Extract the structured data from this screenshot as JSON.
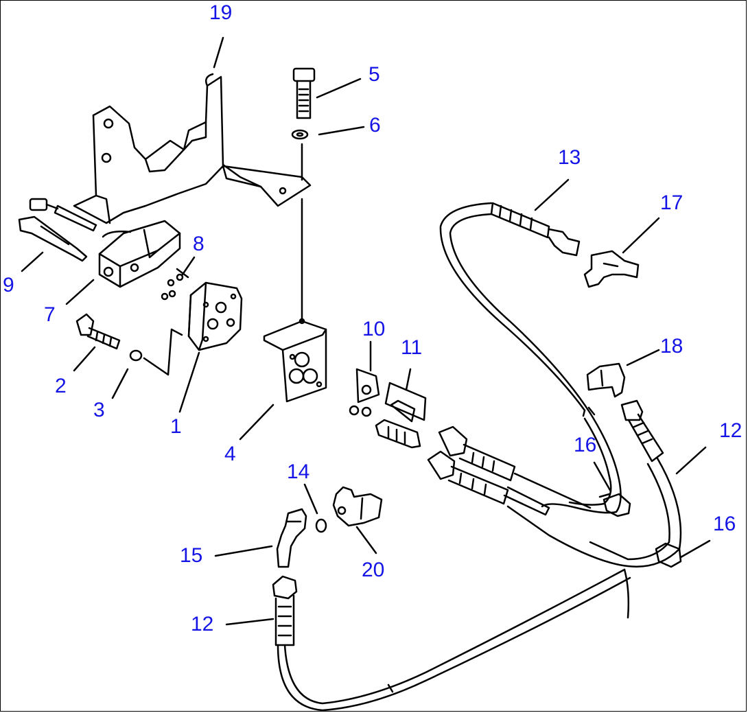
{
  "accent_color": "#1414e6",
  "line_color": "#000000",
  "callouts": [
    {
      "id": "c19",
      "label": "19"
    },
    {
      "id": "c5",
      "label": "5"
    },
    {
      "id": "c6",
      "label": "6"
    },
    {
      "id": "c13",
      "label": "13"
    },
    {
      "id": "c17",
      "label": "17"
    },
    {
      "id": "c8",
      "label": "8"
    },
    {
      "id": "c9",
      "label": "9"
    },
    {
      "id": "c7",
      "label": "7"
    },
    {
      "id": "c10",
      "label": "10"
    },
    {
      "id": "c11",
      "label": "11"
    },
    {
      "id": "c18",
      "label": "18"
    },
    {
      "id": "c2",
      "label": "2"
    },
    {
      "id": "c3",
      "label": "3"
    },
    {
      "id": "c1",
      "label": "1"
    },
    {
      "id": "c4",
      "label": "4"
    },
    {
      "id": "c12a",
      "label": "12"
    },
    {
      "id": "c16a",
      "label": "16"
    },
    {
      "id": "c14",
      "label": "14"
    },
    {
      "id": "c15",
      "label": "15"
    },
    {
      "id": "c20",
      "label": "20"
    },
    {
      "id": "c16b",
      "label": "16"
    },
    {
      "id": "c12b",
      "label": "12"
    }
  ]
}
